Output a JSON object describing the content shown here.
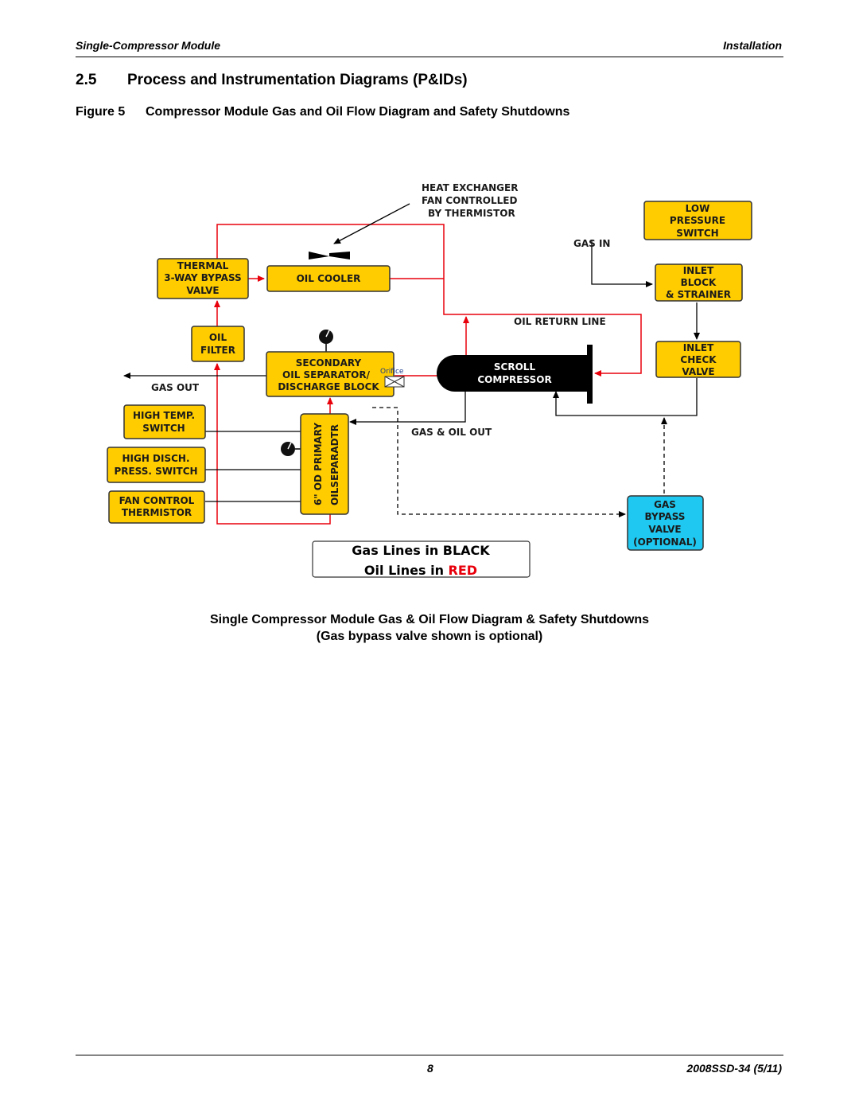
{
  "header": {
    "left": "Single-Compressor Module",
    "right": "Installation"
  },
  "section": {
    "number": "2.5",
    "title": "Process and Instrumentation Diagrams (P&IDs)"
  },
  "figure": {
    "number": "Figure 5",
    "caption": "Compressor Module Gas and Oil Flow Diagram and Safety Shutdowns"
  },
  "diagram": {
    "heat_exchanger": [
      "HEAT EXCHANGER",
      "FAN CONTROLLED",
      "BY THERMISTOR"
    ],
    "low_pressure_switch": [
      "LOW",
      "PRESSURE",
      "SWITCH"
    ],
    "gas_in": "GAS IN",
    "thermal_bypass": [
      "THERMAL",
      "3-WAY BYPASS",
      "VALVE"
    ],
    "oil_cooler": "OIL COOLER",
    "inlet_block": [
      "INLET",
      "BLOCK",
      "& STRAINER"
    ],
    "oil_return_line": "OIL RETURN LINE",
    "oil_filter": [
      "OIL",
      "FILTER"
    ],
    "secondary_separator": [
      "SECONDARY",
      "OIL SEPARATOR/",
      "DISCHARGE BLOCK"
    ],
    "orifice": "Orifice",
    "scroll_compressor": [
      "SCROLL",
      "COMPRESSOR"
    ],
    "inlet_check_valve": [
      "INLET",
      "CHECK",
      "VALVE"
    ],
    "gas_out": "GAS OUT",
    "high_temp_switch": [
      "HIGH TEMP.",
      "SWITCH"
    ],
    "gas_oil_out": "GAS & OIL OUT",
    "primary_separator": [
      "6\" OD PRIMARY",
      "OILSEPARADTR"
    ],
    "high_disch_switch": [
      "HIGH DISCH.",
      "PRESS. SWITCH"
    ],
    "fan_control": [
      "FAN CONTROL",
      "THERMISTOR"
    ],
    "gas_bypass": [
      "GAS",
      "BYPASS",
      "VALVE",
      "(OPTIONAL)"
    ],
    "legend": {
      "gas_prefix": "Gas Lines in ",
      "gas_word": "BLACK",
      "oil_prefix": "Oil Lines in ",
      "oil_word": "RED"
    }
  },
  "subcaption": [
    "Single Compressor Module Gas & Oil Flow Diagram & Safety Shutdowns",
    "(Gas bypass valve shown is optional)"
  ],
  "footer": {
    "page": "8",
    "doc": "2008SSD-34 (5/11)"
  },
  "colors": {
    "box_fill": "#FFCC00",
    "box_border": "#333333",
    "gas_bypass_fill": "#1EC8F0",
    "oil_line": "#E8000B",
    "gas_line": "#000000"
  }
}
